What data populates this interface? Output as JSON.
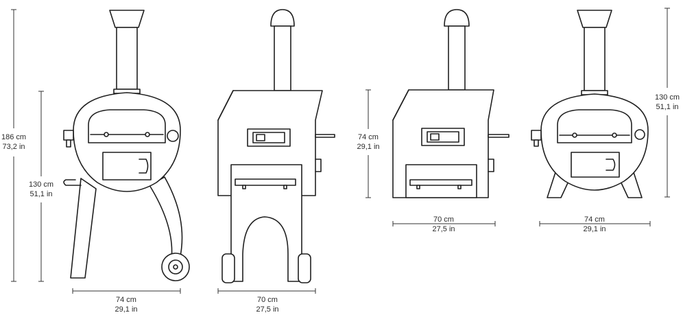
{
  "views": [
    {
      "name": "full oven with cart, front",
      "height": [
        "186 cm",
        "73,2 in"
      ],
      "body_height": [
        "130 cm",
        "51,1 in"
      ],
      "width": [
        "74 cm",
        "29,1 in"
      ]
    },
    {
      "name": "full oven with cart, side",
      "width": [
        "70 cm",
        "27,5 in"
      ]
    },
    {
      "name": "oven top, side",
      "height": [
        "74 cm",
        "29,1 in"
      ],
      "width": [
        "70 cm",
        "27,5 in"
      ]
    },
    {
      "name": "oven with short legs, front",
      "height": [
        "130 cm",
        "51,1 in"
      ],
      "width": [
        "74 cm",
        "29,1 in"
      ]
    }
  ],
  "colors": {
    "line": "#1f1f1f",
    "dimension": "#333333",
    "background": "#ffffff"
  }
}
